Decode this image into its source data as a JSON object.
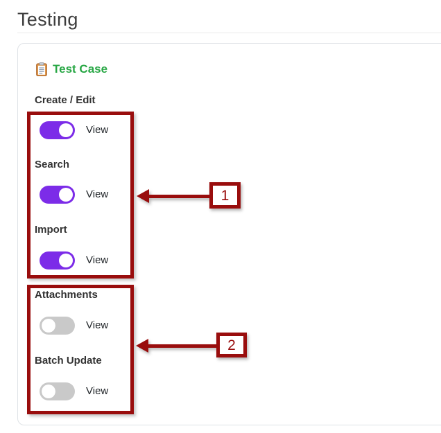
{
  "page": {
    "title": "Testing"
  },
  "card": {
    "title": "Test Case",
    "icon": "clipboard-icon"
  },
  "permissions": [
    {
      "label": "Create / Edit",
      "state": "on",
      "view_label": "View"
    },
    {
      "label": "Search",
      "state": "on",
      "view_label": "View"
    },
    {
      "label": "Import",
      "state": "on",
      "view_label": "View"
    },
    {
      "label": "Attachments",
      "state": "off",
      "view_label": "View"
    },
    {
      "label": "Batch Update",
      "state": "off",
      "view_label": "View"
    }
  ],
  "annotations": [
    {
      "number": "1"
    },
    {
      "number": "2"
    }
  ],
  "colors": {
    "toggle_on": "#7c2ce8",
    "toggle_off": "#c9c9c9",
    "annotation_red": "#990d0d",
    "card_title_green": "#28a745",
    "card_border": "#dee2e6",
    "title_text": "#3d3d3d"
  }
}
